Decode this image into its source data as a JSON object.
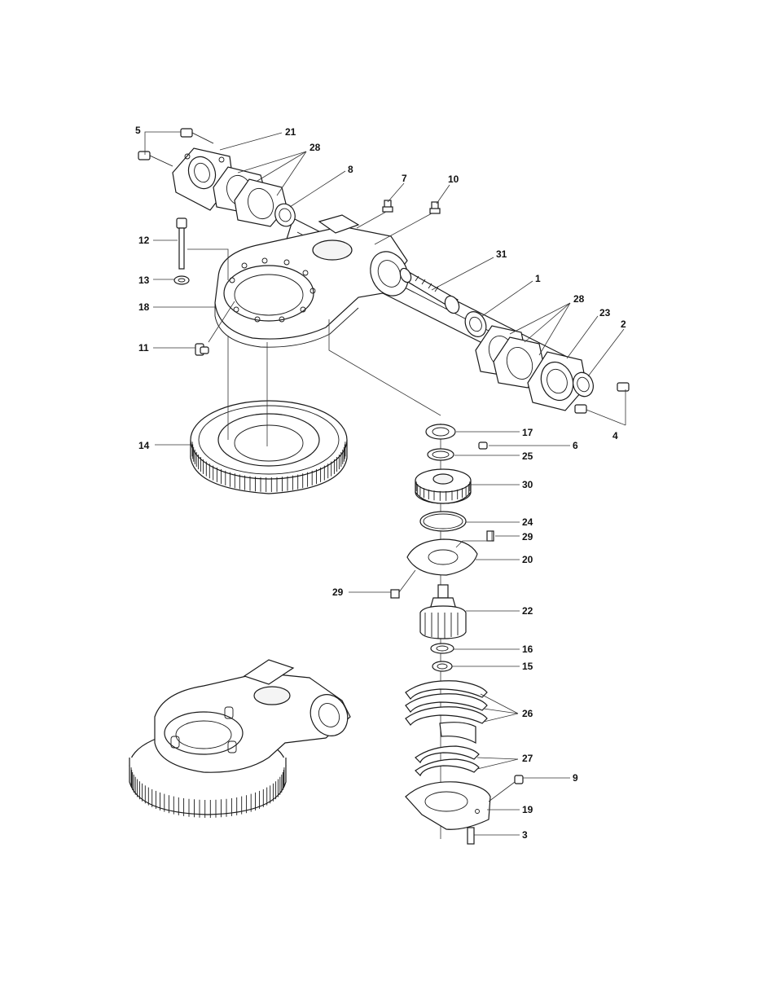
{
  "figure": {
    "type": "exploded parts diagram",
    "subject": "swing drive / axle assembly"
  },
  "callouts": [
    {
      "id": "c1",
      "text": "1"
    },
    {
      "id": "c2",
      "text": "2"
    },
    {
      "id": "c3",
      "text": "3"
    },
    {
      "id": "c4",
      "text": "4"
    },
    {
      "id": "c5",
      "text": "5"
    },
    {
      "id": "c6",
      "text": "6"
    },
    {
      "id": "c7",
      "text": "7"
    },
    {
      "id": "c8",
      "text": "8"
    },
    {
      "id": "c9",
      "text": "9"
    },
    {
      "id": "c10",
      "text": "10"
    },
    {
      "id": "c11",
      "text": "11"
    },
    {
      "id": "c12",
      "text": "12"
    },
    {
      "id": "c13",
      "text": "13"
    },
    {
      "id": "c14",
      "text": "14"
    },
    {
      "id": "c15",
      "text": "15"
    },
    {
      "id": "c16",
      "text": "16"
    },
    {
      "id": "c17",
      "text": "17"
    },
    {
      "id": "c18",
      "text": "18"
    },
    {
      "id": "c19",
      "text": "19"
    },
    {
      "id": "c20",
      "text": "20"
    },
    {
      "id": "c21",
      "text": "21"
    },
    {
      "id": "c22",
      "text": "22"
    },
    {
      "id": "c23",
      "text": "23"
    },
    {
      "id": "c24",
      "text": "24"
    },
    {
      "id": "c25",
      "text": "25"
    },
    {
      "id": "c26",
      "text": "26"
    },
    {
      "id": "c27",
      "text": "27"
    },
    {
      "id": "c28a",
      "text": "28"
    },
    {
      "id": "c28b",
      "text": "28"
    },
    {
      "id": "c29a",
      "text": "29"
    },
    {
      "id": "c29b",
      "text": "29"
    },
    {
      "id": "c30",
      "text": "30"
    },
    {
      "id": "c31",
      "text": "31"
    }
  ]
}
